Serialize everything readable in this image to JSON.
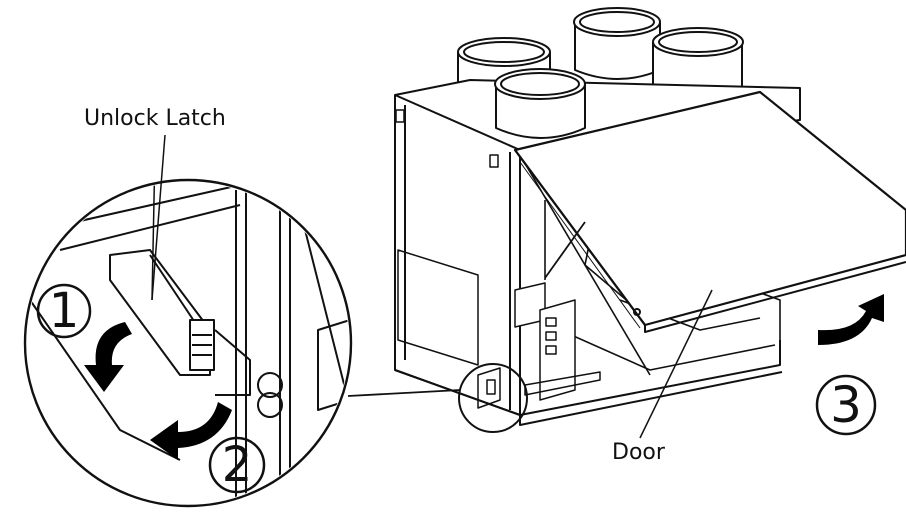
{
  "labels": {
    "unlock_latch": "Unlock Latch",
    "door": "Door"
  },
  "steps": {
    "one": "1",
    "two": "2",
    "three": "3"
  },
  "colors": {
    "line": "#111111",
    "fill": "#ffffff",
    "arrow": "#000000"
  }
}
